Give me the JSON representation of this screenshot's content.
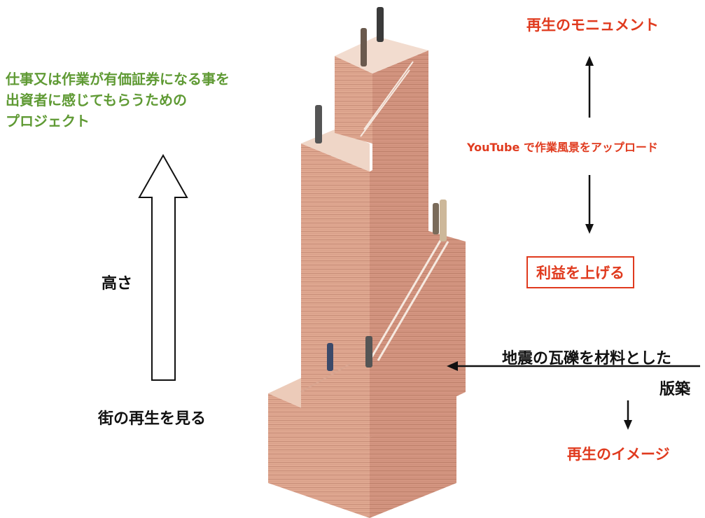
{
  "left": {
    "purpose_lines": [
      "仕事又は作業が有価証券になる事を",
      "出資者に感じてもらうための",
      "プロジェクト"
    ],
    "height_label": "高さ",
    "bottom_label": "街の再生を見る"
  },
  "right": {
    "top_label": "再生のモニュメント",
    "youtube_label": "YouTube で作業風景をアップロード",
    "profit_label": "利益を上げる",
    "material_line1": "地震の瓦礫を材料とした",
    "material_line2": "版築",
    "image_label": "再生のイメージ"
  },
  "colors": {
    "green": "#5f9a34",
    "red": "#e03a1e",
    "wall_light": "#e2ab95",
    "wall_dark": "#c9806a",
    "top_face": "#efd6c7"
  }
}
